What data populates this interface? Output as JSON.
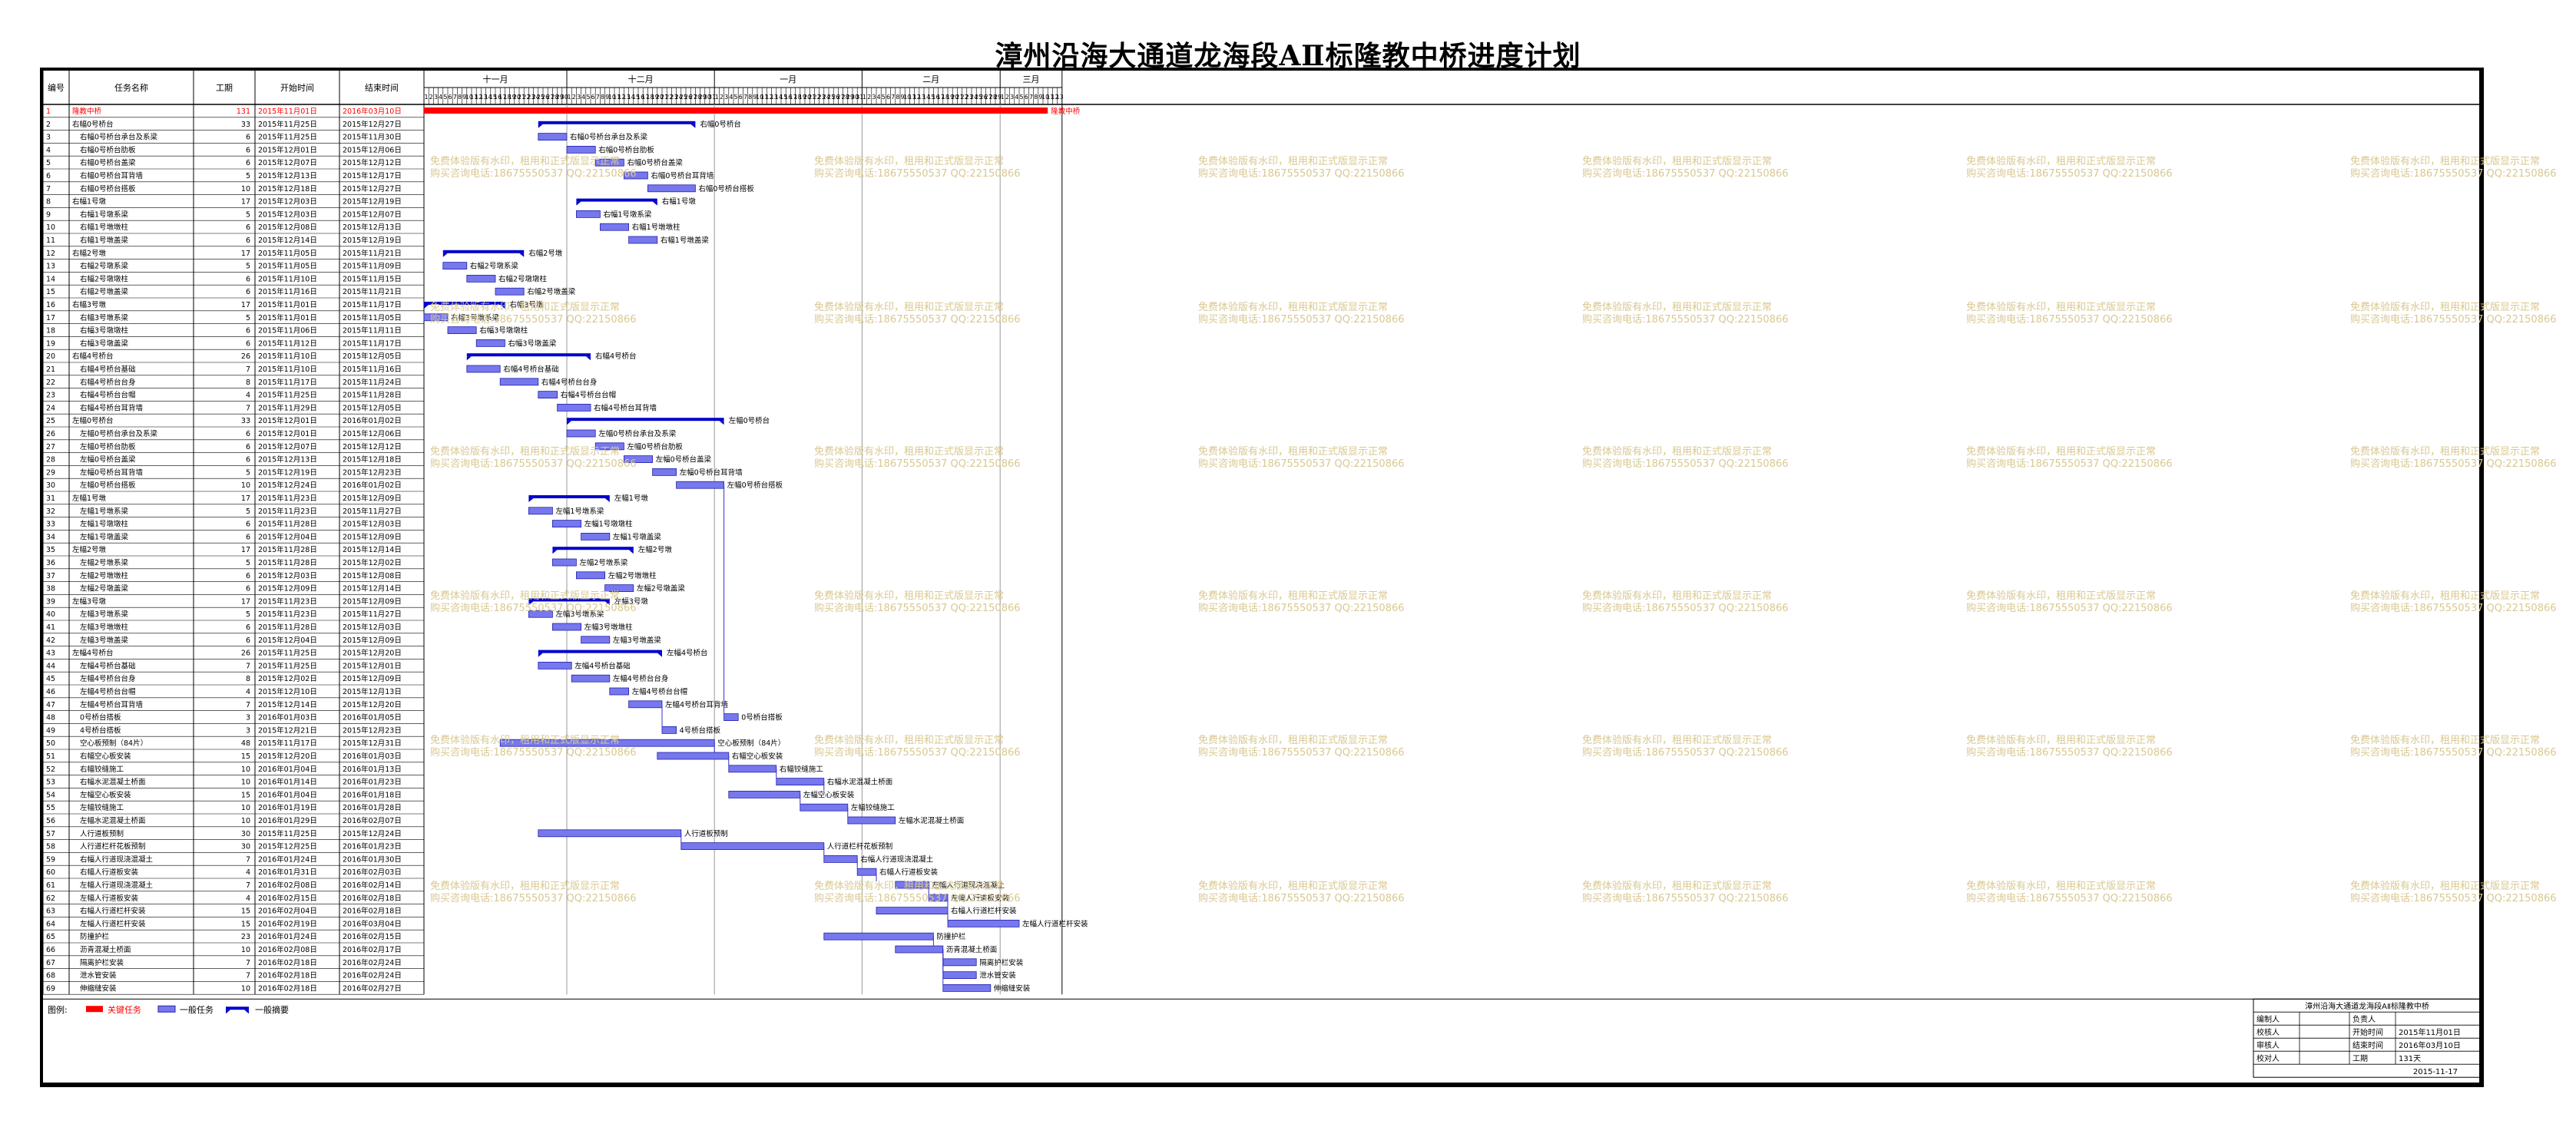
{
  "title": "漳州沿海大通道龙海段AⅡ标隆教中桥进度计划",
  "headers": {
    "num": "编号",
    "name": "任务名称",
    "dur": "工期",
    "start": "开始时间",
    "end": "结束时间"
  },
  "months": [
    {
      "label": "十一月",
      "days": 30
    },
    {
      "label": "十二月",
      "days": 31
    },
    {
      "label": "一月",
      "days": 31
    },
    {
      "label": "二月",
      "days": 29
    },
    {
      "label": "三月",
      "days": 13
    }
  ],
  "colors": {
    "critical": "#ff0000",
    "bar": "#7777ee",
    "barBorder": "#2222aa",
    "summary": "#0000cc",
    "link": "#3333cc",
    "watermark": "#d8c890"
  },
  "watermark": {
    "line1": "免费体验版有水印，租用和正式版显示正常",
    "line2": "购买咨询电话:18675550537 QQ:22150866"
  },
  "tasks": [
    {
      "id": 1,
      "name": "隆教中桥",
      "dur": "131",
      "start": "2015年11月01日",
      "end": "2016年03月10日",
      "type": "critical"
    },
    {
      "id": 2,
      "name": "右幅0号桥台",
      "dur": "33",
      "start": "2015年11月25日",
      "end": "2015年12月27日",
      "type": "summary"
    },
    {
      "id": 3,
      "name": "右幅0号桥台承台及系梁",
      "dur": "6",
      "start": "2015年11月25日",
      "end": "2015年11月30日",
      "type": "task"
    },
    {
      "id": 4,
      "name": "右幅0号桥台肋板",
      "dur": "6",
      "start": "2015年12月01日",
      "end": "2015年12月06日",
      "type": "task"
    },
    {
      "id": 5,
      "name": "右幅0号桥台盖梁",
      "dur": "6",
      "start": "2015年12月07日",
      "end": "2015年12月12日",
      "type": "task"
    },
    {
      "id": 6,
      "name": "右幅0号桥台耳背墙",
      "dur": "5",
      "start": "2015年12月13日",
      "end": "2015年12月17日",
      "type": "task"
    },
    {
      "id": 7,
      "name": "右幅0号桥台搭板",
      "dur": "10",
      "start": "2015年12月18日",
      "end": "2015年12月27日",
      "type": "task"
    },
    {
      "id": 8,
      "name": "右幅1号墩",
      "dur": "17",
      "start": "2015年12月03日",
      "end": "2015年12月19日",
      "type": "summary"
    },
    {
      "id": 9,
      "name": "右幅1号墩系梁",
      "dur": "5",
      "start": "2015年12月03日",
      "end": "2015年12月07日",
      "type": "task"
    },
    {
      "id": 10,
      "name": "右幅1号墩墩柱",
      "dur": "6",
      "start": "2015年12月08日",
      "end": "2015年12月13日",
      "type": "task"
    },
    {
      "id": 11,
      "name": "右幅1号墩盖梁",
      "dur": "6",
      "start": "2015年12月14日",
      "end": "2015年12月19日",
      "type": "task"
    },
    {
      "id": 12,
      "name": "右幅2号墩",
      "dur": "17",
      "start": "2015年11月05日",
      "end": "2015年11月21日",
      "type": "summary"
    },
    {
      "id": 13,
      "name": "右幅2号墩系梁",
      "dur": "5",
      "start": "2015年11月05日",
      "end": "2015年11月09日",
      "type": "task"
    },
    {
      "id": 14,
      "name": "右幅2号墩墩柱",
      "dur": "6",
      "start": "2015年11月10日",
      "end": "2015年11月15日",
      "type": "task"
    },
    {
      "id": 15,
      "name": "右幅2号墩盖梁",
      "dur": "6",
      "start": "2015年11月16日",
      "end": "2015年11月21日",
      "type": "task"
    },
    {
      "id": 16,
      "name": "右幅3号墩",
      "dur": "17",
      "start": "2015年11月01日",
      "end": "2015年11月17日",
      "type": "summary"
    },
    {
      "id": 17,
      "name": "右幅3号墩系梁",
      "dur": "5",
      "start": "2015年11月01日",
      "end": "2015年11月05日",
      "type": "task"
    },
    {
      "id": 18,
      "name": "右幅3号墩墩柱",
      "dur": "6",
      "start": "2015年11月06日",
      "end": "2015年11月11日",
      "type": "task"
    },
    {
      "id": 19,
      "name": "右幅3号墩盖梁",
      "dur": "6",
      "start": "2015年11月12日",
      "end": "2015年11月17日",
      "type": "task"
    },
    {
      "id": 20,
      "name": "右幅4号桥台",
      "dur": "26",
      "start": "2015年11月10日",
      "end": "2015年12月05日",
      "type": "summary"
    },
    {
      "id": 21,
      "name": "右幅4号桥台基础",
      "dur": "7",
      "start": "2015年11月10日",
      "end": "2015年11月16日",
      "type": "task"
    },
    {
      "id": 22,
      "name": "右幅4号桥台台身",
      "dur": "8",
      "start": "2015年11月17日",
      "end": "2015年11月24日",
      "type": "task"
    },
    {
      "id": 23,
      "name": "右幅4号桥台台帽",
      "dur": "4",
      "start": "2015年11月25日",
      "end": "2015年11月28日",
      "type": "task"
    },
    {
      "id": 24,
      "name": "右幅4号桥台耳背墙",
      "dur": "7",
      "start": "2015年11月29日",
      "end": "2015年12月05日",
      "type": "task"
    },
    {
      "id": 25,
      "name": "左幅0号桥台",
      "dur": "33",
      "start": "2015年12月01日",
      "end": "2016年01月02日",
      "type": "summary"
    },
    {
      "id": 26,
      "name": "左幅0号桥台承台及系梁",
      "dur": "6",
      "start": "2015年12月01日",
      "end": "2015年12月06日",
      "type": "task"
    },
    {
      "id": 27,
      "name": "左幅0号桥台肋板",
      "dur": "6",
      "start": "2015年12月07日",
      "end": "2015年12月12日",
      "type": "task"
    },
    {
      "id": 28,
      "name": "左幅0号桥台盖梁",
      "dur": "6",
      "start": "2015年12月13日",
      "end": "2015年12月18日",
      "type": "task"
    },
    {
      "id": 29,
      "name": "左幅0号桥台耳背墙",
      "dur": "5",
      "start": "2015年12月19日",
      "end": "2015年12月23日",
      "type": "task"
    },
    {
      "id": 30,
      "name": "左幅0号桥台搭板",
      "dur": "10",
      "start": "2015年12月24日",
      "end": "2016年01月02日",
      "type": "task"
    },
    {
      "id": 31,
      "name": "左幅1号墩",
      "dur": "17",
      "start": "2015年11月23日",
      "end": "2015年12月09日",
      "type": "summary"
    },
    {
      "id": 32,
      "name": "左幅1号墩系梁",
      "dur": "5",
      "start": "2015年11月23日",
      "end": "2015年11月27日",
      "type": "task"
    },
    {
      "id": 33,
      "name": "左幅1号墩墩柱",
      "dur": "6",
      "start": "2015年11月28日",
      "end": "2015年12月03日",
      "type": "task"
    },
    {
      "id": 34,
      "name": "左幅1号墩盖梁",
      "dur": "6",
      "start": "2015年12月04日",
      "end": "2015年12月09日",
      "type": "task"
    },
    {
      "id": 35,
      "name": "左幅2号墩",
      "dur": "17",
      "start": "2015年11月28日",
      "end": "2015年12月14日",
      "type": "summary"
    },
    {
      "id": 36,
      "name": "左幅2号墩系梁",
      "dur": "5",
      "start": "2015年11月28日",
      "end": "2015年12月02日",
      "type": "task"
    },
    {
      "id": 37,
      "name": "左幅2号墩墩柱",
      "dur": "6",
      "start": "2015年12月03日",
      "end": "2015年12月08日",
      "type": "task"
    },
    {
      "id": 38,
      "name": "左幅2号墩盖梁",
      "dur": "6",
      "start": "2015年12月09日",
      "end": "2015年12月14日",
      "type": "task"
    },
    {
      "id": 39,
      "name": "左幅3号墩",
      "dur": "17",
      "start": "2015年11月23日",
      "end": "2015年12月09日",
      "type": "summary"
    },
    {
      "id": 40,
      "name": "左幅3号墩系梁",
      "dur": "5",
      "start": "2015年11月23日",
      "end": "2015年11月27日",
      "type": "task"
    },
    {
      "id": 41,
      "name": "左幅3号墩墩柱",
      "dur": "6",
      "start": "2015年11月28日",
      "end": "2015年12月03日",
      "type": "task"
    },
    {
      "id": 42,
      "name": "左幅3号墩盖梁",
      "dur": "6",
      "start": "2015年12月04日",
      "end": "2015年12月09日",
      "type": "task"
    },
    {
      "id": 43,
      "name": "左幅4号桥台",
      "dur": "26",
      "start": "2015年11月25日",
      "end": "2015年12月20日",
      "type": "summary"
    },
    {
      "id": 44,
      "name": "左幅4号桥台基础",
      "dur": "7",
      "start": "2015年11月25日",
      "end": "2015年12月01日",
      "type": "task"
    },
    {
      "id": 45,
      "name": "左幅4号桥台台身",
      "dur": "8",
      "start": "2015年12月02日",
      "end": "2015年12月09日",
      "type": "task"
    },
    {
      "id": 46,
      "name": "左幅4号桥台台帽",
      "dur": "4",
      "start": "2015年12月10日",
      "end": "2015年12月13日",
      "type": "task"
    },
    {
      "id": 47,
      "name": "左幅4号桥台耳背墙",
      "dur": "7",
      "start": "2015年12月14日",
      "end": "2015年12月20日",
      "type": "task"
    },
    {
      "id": 48,
      "name": "0号桥台搭板",
      "dur": "3",
      "start": "2016年01月03日",
      "end": "2016年01月05日",
      "type": "task"
    },
    {
      "id": 49,
      "name": "4号桥台搭板",
      "dur": "3",
      "start": "2015年12月21日",
      "end": "2015年12月23日",
      "type": "task"
    },
    {
      "id": 50,
      "name": "空心板预制（84片）",
      "dur": "48",
      "start": "2015年11月17日",
      "end": "2015年12月31日",
      "type": "task"
    },
    {
      "id": 51,
      "name": "右幅空心板安装",
      "dur": "15",
      "start": "2015年12月20日",
      "end": "2016年01月03日",
      "type": "task"
    },
    {
      "id": 52,
      "name": "右幅铰缝施工",
      "dur": "10",
      "start": "2016年01月04日",
      "end": "2016年01月13日",
      "type": "task"
    },
    {
      "id": 53,
      "name": "右幅水泥混凝土桥面",
      "dur": "10",
      "start": "2016年01月14日",
      "end": "2016年01月23日",
      "type": "task"
    },
    {
      "id": 54,
      "name": "左幅空心板安装",
      "dur": "15",
      "start": "2016年01月04日",
      "end": "2016年01月18日",
      "type": "task"
    },
    {
      "id": 55,
      "name": "左幅铰缝施工",
      "dur": "10",
      "start": "2016年01月19日",
      "end": "2016年01月28日",
      "type": "task"
    },
    {
      "id": 56,
      "name": "左幅水泥混凝土桥面",
      "dur": "10",
      "start": "2016年01月29日",
      "end": "2016年02月07日",
      "type": "task"
    },
    {
      "id": 57,
      "name": "人行道板预制",
      "dur": "30",
      "start": "2015年11月25日",
      "end": "2015年12月24日",
      "type": "task"
    },
    {
      "id": 58,
      "name": "人行道栏杆花板预制",
      "dur": "30",
      "start": "2015年12月25日",
      "end": "2016年01月23日",
      "type": "task"
    },
    {
      "id": 59,
      "name": "右幅人行道现浇混凝土",
      "dur": "7",
      "start": "2016年01月24日",
      "end": "2016年01月30日",
      "type": "task"
    },
    {
      "id": 60,
      "name": "右幅人行道板安装",
      "dur": "4",
      "start": "2016年01月31日",
      "end": "2016年02月03日",
      "type": "task"
    },
    {
      "id": 61,
      "name": "左幅人行道现浇混凝土",
      "dur": "7",
      "start": "2016年02月08日",
      "end": "2016年02月14日",
      "type": "task"
    },
    {
      "id": 62,
      "name": "左幅人行道板安装",
      "dur": "4",
      "start": "2016年02月15日",
      "end": "2016年02月18日",
      "type": "task"
    },
    {
      "id": 63,
      "name": "右幅人行道栏杆安装",
      "dur": "15",
      "start": "2016年02月04日",
      "end": "2016年02月18日",
      "type": "task"
    },
    {
      "id": 64,
      "name": "左幅人行道栏杆安装",
      "dur": "15",
      "start": "2016年02月19日",
      "end": "2016年03月04日",
      "type": "task"
    },
    {
      "id": 65,
      "name": "防撞护栏",
      "dur": "23",
      "start": "2016年01月24日",
      "end": "2016年02月15日",
      "type": "task"
    },
    {
      "id": 66,
      "name": "沥青混凝土桥面",
      "dur": "10",
      "start": "2016年02月08日",
      "end": "2016年02月17日",
      "type": "task"
    },
    {
      "id": 67,
      "name": "隔离护栏安装",
      "dur": "7",
      "start": "2016年02月18日",
      "end": "2016年02月24日",
      "type": "task"
    },
    {
      "id": 68,
      "name": "泄水管安装",
      "dur": "7",
      "start": "2016年02月18日",
      "end": "2016年02月24日",
      "type": "task"
    },
    {
      "id": 69,
      "name": "伸缩缝安装",
      "dur": "10",
      "start": "2016年02月18日",
      "end": "2016年02月27日",
      "type": "task"
    }
  ],
  "legend": {
    "title": "图例:",
    "critical": "关键任务",
    "normal": "一般任务",
    "summary": "一般摘要"
  },
  "infobox": {
    "title": "漳州沿海大通道龙海段AⅡ标隆教中桥",
    "rows": [
      [
        "编制人",
        "",
        "负责人",
        ""
      ],
      [
        "校核人",
        "",
        "开始时间",
        "2015年11月01日"
      ],
      [
        "审核人",
        "",
        "结束时间",
        "2016年03月10日"
      ],
      [
        "校对人",
        "",
        "工期",
        "131天"
      ]
    ],
    "date": "2015-11-17"
  }
}
